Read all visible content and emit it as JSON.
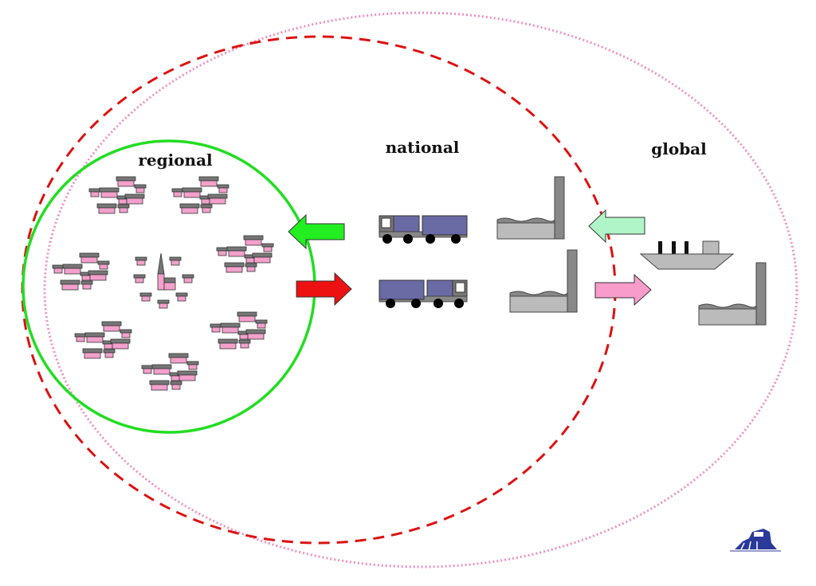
{
  "diagram": {
    "labels": {
      "regional": "regional",
      "national": "national",
      "global": "global"
    },
    "colors": {
      "regional_ring": "#22dd22",
      "national_ring": "#dd1111",
      "global_ring": "#f090c0",
      "house_roof": "#777777",
      "house_body": "#f4a0cc",
      "truck_cargo": "#6a6aa4",
      "factory": "#bbbbbb",
      "arrow_green": "#22ee22",
      "arrow_red": "#ee1111",
      "arrow_lightgreen": "#b0f5c8",
      "arrow_pink": "#f79ccb"
    },
    "flows": [
      {
        "name": "regional-inflow",
        "direction": "left",
        "color": "arrow_green"
      },
      {
        "name": "regional-outflow",
        "direction": "right",
        "color": "arrow_red"
      },
      {
        "name": "global-inflow",
        "direction": "left",
        "color": "arrow_lightgreen"
      },
      {
        "name": "global-outflow",
        "direction": "right",
        "color": "arrow_pink"
      }
    ]
  }
}
